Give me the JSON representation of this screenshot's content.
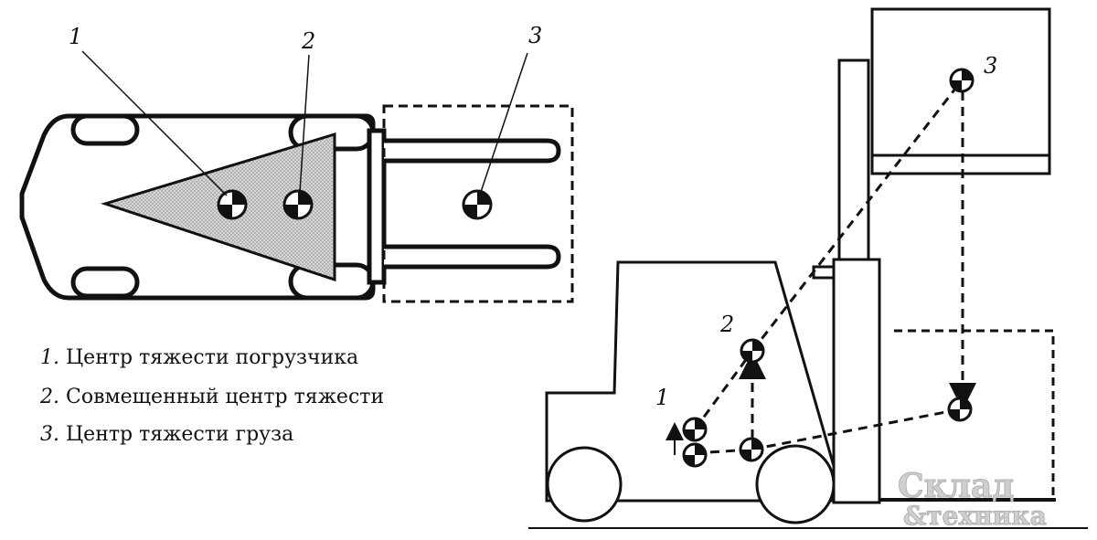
{
  "labels": {
    "cg1": "1",
    "cg2": "2",
    "cg3": "3"
  },
  "legend": [
    {
      "num": "1.",
      "text": "Центр тяжести погрузчика"
    },
    {
      "num": "2.",
      "text": "Совмещенный центр тяжести"
    },
    {
      "num": "3.",
      "text": "Центр тяжести груза"
    }
  ],
  "watermark": {
    "line1": "Склад",
    "line2": "&техника"
  },
  "colors": {
    "line": "#111111",
    "fill": "#ffffff",
    "stipple": "#bdbdbd",
    "watermark": "#c9c9c9"
  }
}
